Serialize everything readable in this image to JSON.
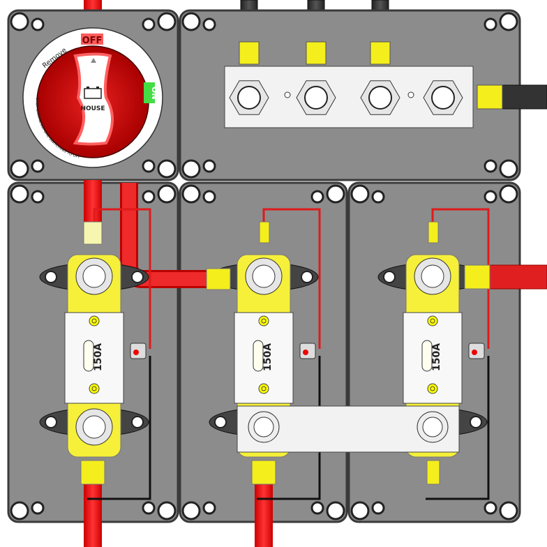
{
  "battery_switch": {
    "off_label": "OFF",
    "on_label": "ON",
    "remove_label": "Remove",
    "position_label": "HOUSE",
    "warning_text": "STOP ENGINE BEFORE SWITCHING TO OFF",
    "colors": {
      "knob": "#d40000",
      "off_tag": "#ff5a5a",
      "on_tag": "#44dd44"
    }
  },
  "fuses": [
    {
      "rating": "150A"
    },
    {
      "rating": "150A"
    },
    {
      "rating": "150A"
    }
  ],
  "colors": {
    "panel": "#8c8c8c",
    "panel_edge": "#3a3a3a",
    "positive_cable": "#e01a1a",
    "negative_cable": "#3c3c3c",
    "ferrule": "#f4ee1c",
    "fuse_block": "#f6f03a"
  }
}
